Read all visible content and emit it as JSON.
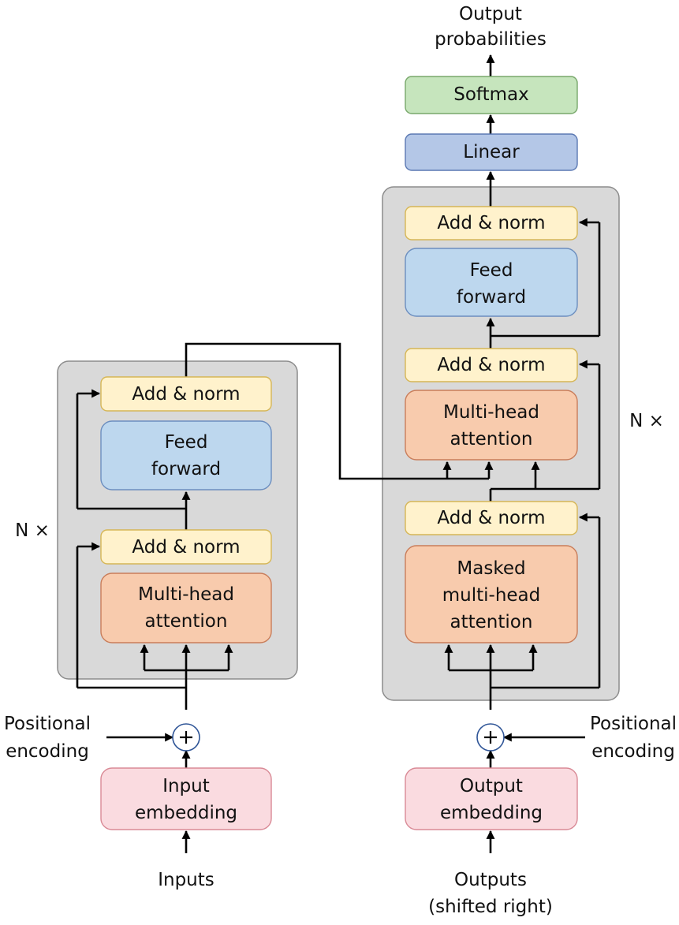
{
  "encoder": {
    "repeat_label": "N ×",
    "add_norm_top": "Add & norm",
    "feed_forward_1": "Feed",
    "feed_forward_2": "forward",
    "add_norm_bottom": "Add & norm",
    "attention_1": "Multi-head",
    "attention_2": "attention"
  },
  "decoder": {
    "repeat_label": "N ×",
    "add_norm_top": "Add & norm",
    "feed_forward_1": "Feed",
    "feed_forward_2": "forward",
    "add_norm_middle": "Add & norm",
    "cross_attention_1": "Multi-head",
    "cross_attention_2": "attention",
    "add_norm_bottom": "Add & norm",
    "masked_attention_1": "Masked",
    "masked_attention_2": "multi-head",
    "masked_attention_3": "attention"
  },
  "head": {
    "linear": "Linear",
    "softmax": "Softmax",
    "output_1": "Output",
    "output_2": "probabilities"
  },
  "input_side": {
    "embedding_1": "Input",
    "embedding_2": "embedding",
    "label": "Inputs",
    "pos_enc_1": "Positional",
    "pos_enc_2": "encoding"
  },
  "output_side": {
    "embedding_1": "Output",
    "embedding_2": "embedding",
    "label_1": "Outputs",
    "label_2": "(shifted right)",
    "pos_enc_1": "Positional",
    "pos_enc_2": "encoding"
  },
  "colors": {
    "stack_fill": "#d9d9d9",
    "stack_stroke": "#8c8c8c",
    "add_norm_fill": "#fff2cc",
    "add_norm_stroke": "#d6b656",
    "feed_forward_fill": "#bdd7ee",
    "feed_forward_stroke": "#6c8ebf",
    "attention_fill": "#f8cbad",
    "attention_stroke": "#c97d5a",
    "embedding_fill": "#fadbe0",
    "embedding_stroke": "#d98a96",
    "linear_fill": "#b4c7e7",
    "linear_stroke": "#5b79b3",
    "softmax_fill": "#c6e5bd",
    "softmax_stroke": "#78a86b",
    "adder_stroke": "#2f5597"
  }
}
